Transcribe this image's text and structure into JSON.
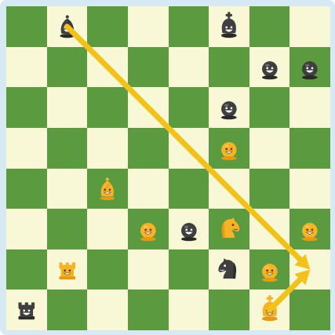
{
  "board": {
    "files": 8,
    "ranks": 8,
    "colors": {
      "light": "#f8f7d6",
      "dark": "#5c9a3f",
      "frame": "#d8e9f6",
      "black_piece": "#3f3f3f",
      "white_piece": "#f5b428",
      "arrow": "#f2c21b"
    },
    "pieces": [
      {
        "square": "b8",
        "type": "bishop",
        "color": "black"
      },
      {
        "square": "f8",
        "type": "king",
        "color": "black"
      },
      {
        "square": "g7",
        "type": "pawn",
        "color": "black"
      },
      {
        "square": "h7",
        "type": "pawn",
        "color": "black"
      },
      {
        "square": "f6",
        "type": "pawn",
        "color": "black"
      },
      {
        "square": "f5",
        "type": "pawn",
        "color": "white"
      },
      {
        "square": "c4",
        "type": "bishop",
        "color": "white"
      },
      {
        "square": "d3",
        "type": "pawn",
        "color": "white"
      },
      {
        "square": "e3",
        "type": "pawn",
        "color": "black"
      },
      {
        "square": "f3",
        "type": "knight",
        "color": "white"
      },
      {
        "square": "h3",
        "type": "pawn",
        "color": "white"
      },
      {
        "square": "b2",
        "type": "rook",
        "color": "white"
      },
      {
        "square": "f2",
        "type": "knight",
        "color": "black"
      },
      {
        "square": "g2",
        "type": "pawn",
        "color": "white"
      },
      {
        "square": "a1",
        "type": "rook",
        "color": "black"
      },
      {
        "square": "g1",
        "type": "king",
        "color": "white"
      }
    ],
    "arrows": [
      {
        "from": "b8",
        "to": "h2"
      },
      {
        "from": "g1",
        "to": "h2"
      }
    ]
  }
}
